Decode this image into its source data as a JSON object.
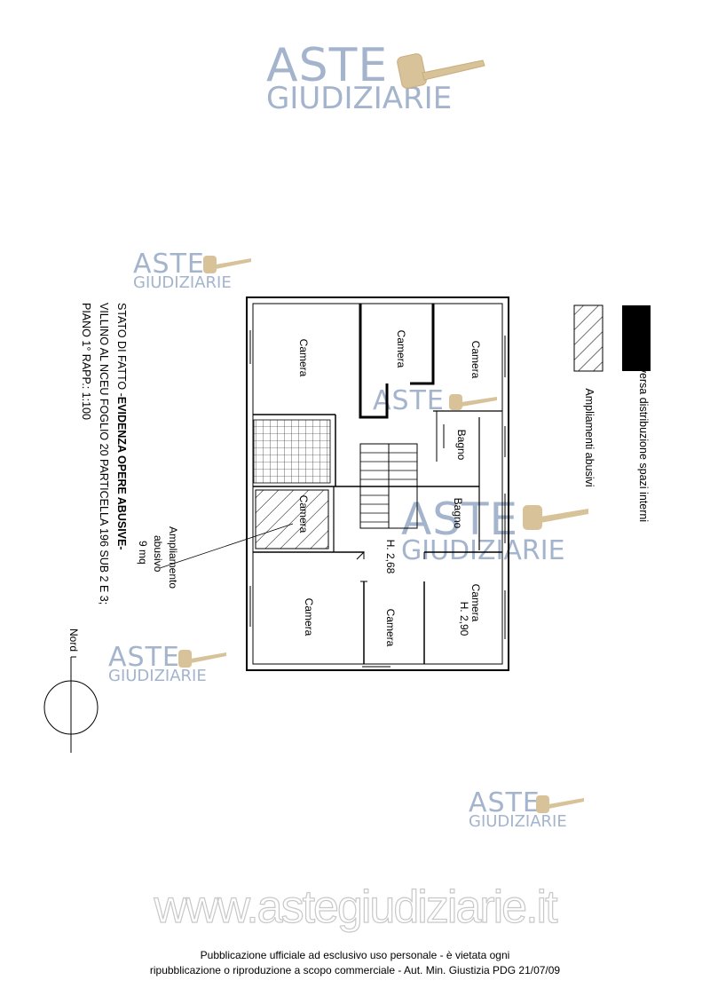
{
  "watermark": {
    "line1": "ASTE",
    "line2": "GIUDIZIARIE",
    "color": "#a3b4cc"
  },
  "plan": {
    "title_line1_prefix": "STATO DI FATTO -",
    "title_line1_bold": "EVIDENZA OPERE ABUSIVE-",
    "title_line2": "VILLINO AL NCEU FOGLIO 20 PARTICELLA 196 SUB 2 E 3;",
    "title_line3": "PIANO 1° RAPP.: 1:100",
    "north": "Nord",
    "rooms": {
      "camera": "Camera",
      "bagno": "Bagno",
      "h268": "H. 2,68",
      "h290": "H. 2,90"
    },
    "annotation": {
      "l1": "Ampliamento",
      "l2": "abusivo",
      "l3": "9 mq"
    }
  },
  "legend": {
    "item1": "Diversa distribuzione spazi interni",
    "item2": "Ampliamenti abusivi"
  },
  "footer": {
    "site": "www.astegiudiziarie.it",
    "line1": "Pubblicazione ufficiale ad esclusivo uso personale - è vietata ogni",
    "line2": "ripubblicazione o riproduzione a scopo commerciale - Aut. Min. Giustizia PDG 21/07/09"
  }
}
